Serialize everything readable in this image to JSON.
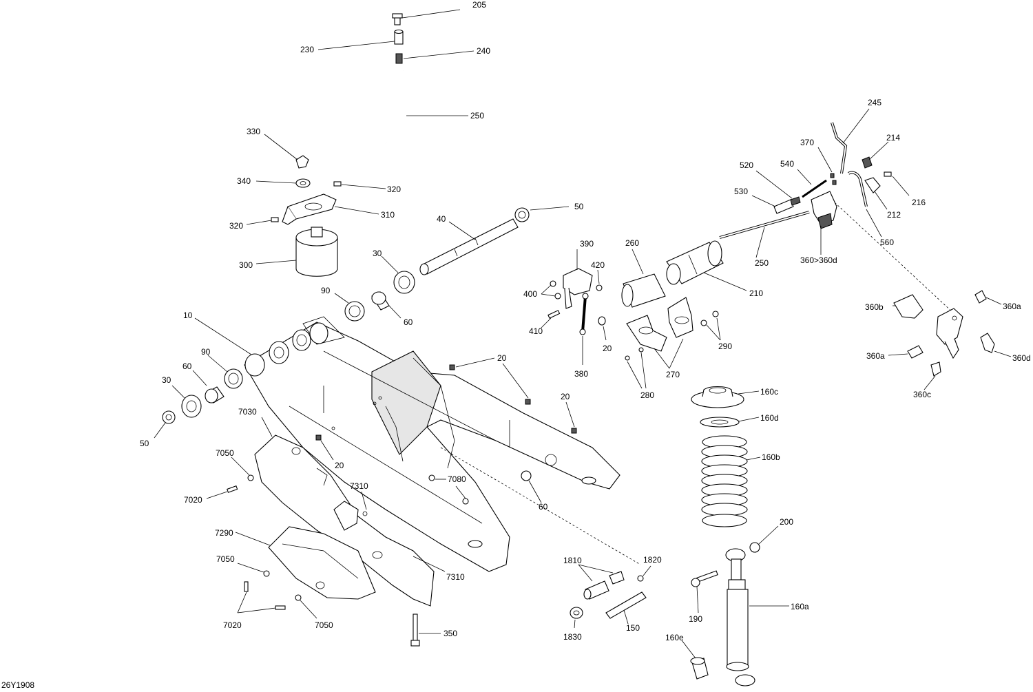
{
  "diagram_id": "26Y1908",
  "callouts": {
    "c205": "205",
    "c230": "230",
    "c240": "240",
    "c250a": "250",
    "c330": "330",
    "c340": "340",
    "c320a": "320",
    "c310": "310",
    "c320b": "320",
    "c300": "300",
    "c40": "40",
    "c50a": "50",
    "c30a": "30",
    "c90a": "90",
    "c60a": "60",
    "c10": "10",
    "c90b": "90",
    "c60b": "60",
    "c30b": "30",
    "c50b": "50",
    "c20a": "20",
    "c20b": "20",
    "c20c": "20",
    "c20d": "20",
    "c7030": "7030",
    "c7050a": "7050",
    "c7020a": "7020",
    "c7310a": "7310",
    "c7080": "7080",
    "c60c": "60",
    "c7290": "7290",
    "c7050b": "7050",
    "c7310b": "7310",
    "c7020b": "7020",
    "c7050c": "7050",
    "c350": "350",
    "c390": "390",
    "c420": "420",
    "c400": "400",
    "c410": "410",
    "c380": "380",
    "c260": "260",
    "c210": "210",
    "c270": "270",
    "c280": "280",
    "c290": "290",
    "c520": "520",
    "c540": "540",
    "c370": "370",
    "c245": "245",
    "c214": "214",
    "c530": "530",
    "c250b": "250",
    "c360": "360>360d",
    "c212": "212",
    "c216": "216",
    "c560": "560",
    "c360b": "360b",
    "c360a1": "360a",
    "c360a2": "360a",
    "c360d": "360d",
    "c360c": "360c",
    "c160c": "160c",
    "c160d": "160d",
    "c160b": "160b",
    "c200": "200",
    "c190": "190",
    "c160a": "160a",
    "c160e": "160e",
    "c1810": "1810",
    "c1820": "1820",
    "c1830": "1830",
    "c150": "150"
  }
}
